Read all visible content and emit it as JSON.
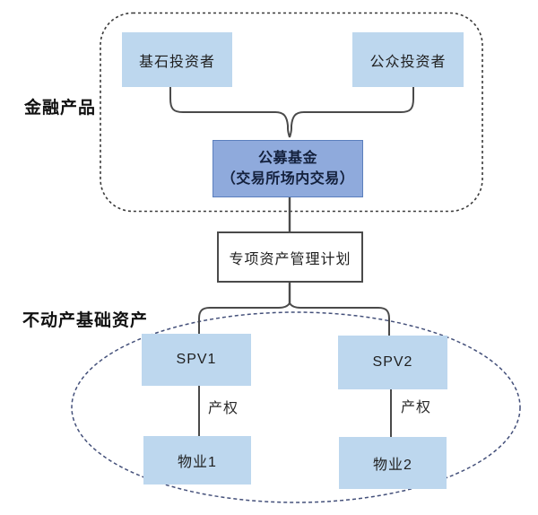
{
  "diagram": {
    "sections": {
      "financial": {
        "label": "金融产品"
      },
      "assets": {
        "label": "不动产基础资产"
      }
    },
    "boxes": {
      "cornerstone_investor": "基石投资者",
      "public_investor": "公众投资者",
      "fund_line1": "公募基金",
      "fund_line2": "（交易所场内交易）",
      "plan": "专项资产管理计划",
      "spv1": "SPV1",
      "spv2": "SPV2",
      "property1": "物业1",
      "property2": "物业2"
    },
    "edge_labels": {
      "ownership_left": "产权",
      "ownership_right": "产权"
    }
  },
  "colors": {
    "light_box": "#BDD7EE",
    "dark_box": "#8FAADC",
    "dark_box_border": "#5B7FBD",
    "line": "#4a4a4a",
    "ellipse_stroke": "#44507A"
  }
}
